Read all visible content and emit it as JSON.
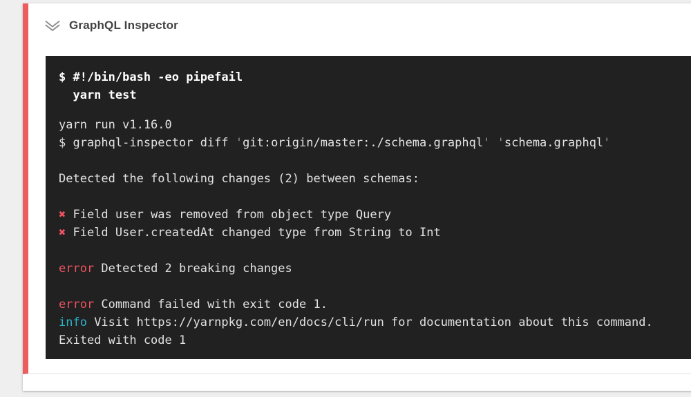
{
  "header": {
    "title": "GraphQL Inspector",
    "collapse_icon": "double-chevron-down-icon"
  },
  "colors": {
    "page_background": "#efefef",
    "card_background": "#ffffff",
    "failure_stripe_red": "#ee5d5d",
    "terminal_background": "#212121",
    "terminal_text": "#e2e2e2",
    "command_text": "#ffffff",
    "error_red": "#ef5360",
    "info_cyan": "#2bb4c6",
    "title_text": "#424242"
  },
  "terminal": {
    "command_lines": [
      "$ #!/bin/bash -eo pipefail",
      "  yarn test"
    ],
    "output_lines": [
      [
        {
          "t": "yarn run v1.16.0"
        }
      ],
      [
        {
          "t": "$ graphql-inspector diff "
        },
        {
          "t": "'",
          "c": "dim"
        },
        {
          "t": "git:origin/master:./schema.graphql"
        },
        {
          "t": "'",
          "c": "dim"
        },
        {
          "t": " "
        },
        {
          "t": "'",
          "c": "dim"
        },
        {
          "t": "schema.graphql"
        },
        {
          "t": "'",
          "c": "dim"
        }
      ],
      [],
      [
        {
          "t": "Detected the following changes (2) between schemas:"
        }
      ],
      [],
      [
        {
          "t": "✖",
          "c": "red"
        },
        {
          "t": " Field user was removed from object type Query"
        }
      ],
      [
        {
          "t": "✖",
          "c": "red"
        },
        {
          "t": " Field User.createdAt changed type from String to Int"
        }
      ],
      [],
      [
        {
          "t": "error",
          "c": "err"
        },
        {
          "t": " Detected 2 breaking changes"
        }
      ],
      [],
      [
        {
          "t": "error",
          "c": "err"
        },
        {
          "t": " Command failed with exit code 1."
        }
      ],
      [
        {
          "t": "info",
          "c": "cyan"
        },
        {
          "t": " Visit https://yarnpkg.com/en/docs/cli/run for documentation about this command."
        }
      ],
      [
        {
          "t": "Exited with code 1"
        }
      ]
    ]
  }
}
